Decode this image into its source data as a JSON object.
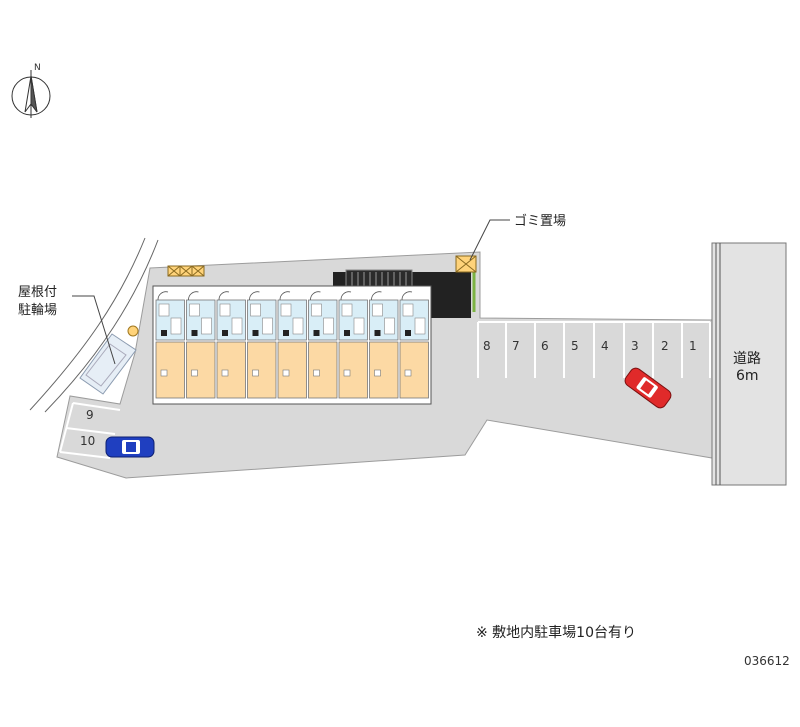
{
  "labels": {
    "garbage": "ゴミ置場",
    "bike_line1": "屋根付",
    "bike_line2": "駐輪場",
    "road_line1": "道路",
    "road_line2": "6m",
    "note": "※ 敷地内駐車場10台有り",
    "code": "036612"
  },
  "compass": {
    "north_letter": "N"
  },
  "parking": {
    "row": [
      "8",
      "7",
      "6",
      "5",
      "4",
      "3",
      "2",
      "1"
    ],
    "side": [
      "9",
      "10"
    ]
  },
  "colors": {
    "lot": "#d9d9d9",
    "road": "#e3e3e3",
    "unit_floor": "#fcd9a4",
    "unit_room": "#d9eef7",
    "car_red": "#e02a2a",
    "car_blue": "#1f3fc0"
  },
  "icons": {
    "compass": "compass-icon",
    "red_car": "red-car-icon",
    "blue_car": "blue-car-icon",
    "garbage": "garbage-station-icon",
    "shrub": "shrub-icon"
  }
}
